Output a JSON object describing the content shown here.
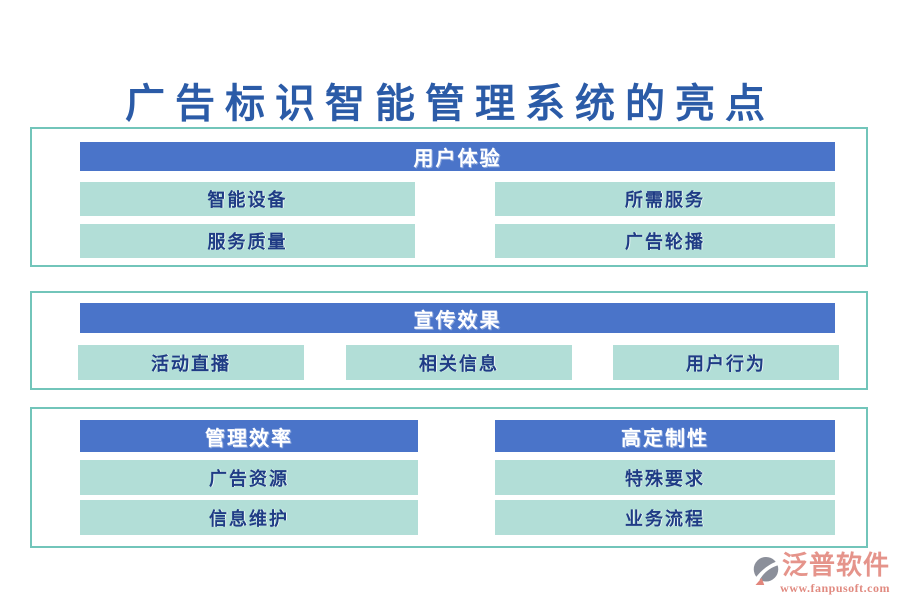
{
  "page": {
    "title": "广告标识智能管理系统的亮点"
  },
  "sections": [
    {
      "id": "user-experience",
      "header": "用户体验",
      "items": [
        "智能设备",
        "所需服务",
        "服务质量",
        "广告轮播"
      ]
    },
    {
      "id": "publicity-effect",
      "header": "宣传效果",
      "items": [
        "活动直播",
        "相关信息",
        "用户行为"
      ]
    },
    {
      "id": "management-and-customization",
      "columns": [
        {
          "header": "管理效率",
          "items": [
            "广告资源",
            "信息维护"
          ]
        },
        {
          "header": "高定制性",
          "items": [
            "特殊要求",
            "业务流程"
          ]
        }
      ]
    }
  ],
  "branding": {
    "logo_text": "泛普软件",
    "logo_url": "www.fanpusoft.com",
    "logo_icon": "fanpu-swirl-icon"
  },
  "colors": {
    "title_blue": "#2b5ba7",
    "header_blue": "#4a74c9",
    "item_teal": "#b2ded7",
    "item_text_navy": "#1f3c85",
    "panel_border_teal": "#72c5ba",
    "logo_salmon": "#e5948b",
    "logo_grey": "#8b8f9a"
  }
}
